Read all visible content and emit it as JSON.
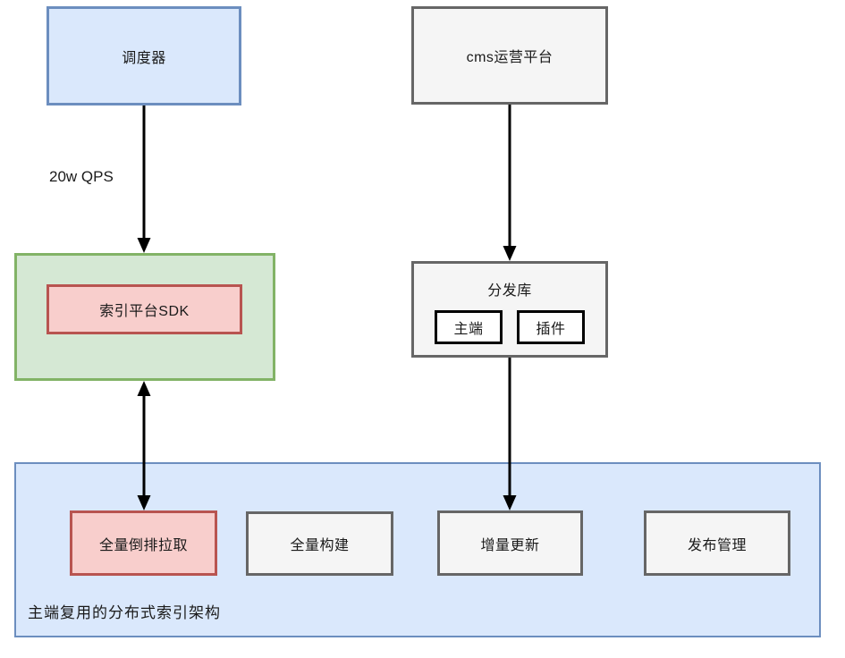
{
  "diagram": {
    "background": "#ffffff",
    "colors": {
      "blue_fill": "#dae8fc",
      "blue_border": "#6c8ebf",
      "gray_fill": "#f5f5f5",
      "gray_border": "#666666",
      "green_fill": "#d5e8d4",
      "green_border": "#82b366",
      "red_fill": "#f8cecc",
      "red_border": "#b85450",
      "inner_fill": "#ffffff",
      "inner_border": "#000000",
      "arrow": "#000000"
    },
    "nodes": {
      "scheduler": {
        "label": "调度器"
      },
      "cms_platform": {
        "label": "cms运营平台"
      },
      "index_sdk": {
        "label": "索引平台SDK"
      },
      "distribution_library": {
        "label": "分发库",
        "children": [
          {
            "label": "主端"
          },
          {
            "label": "插件"
          }
        ]
      },
      "full_inverted_pull": {
        "label": "全量倒排拉取"
      },
      "full_build": {
        "label": "全量构建"
      },
      "incremental_update": {
        "label": "增量更新"
      },
      "release_management": {
        "label": "发布管理"
      }
    },
    "bottom_container": {
      "caption": "主端复用的分布式索引架构"
    },
    "edges": {
      "scheduler_to_sdk_label": "20w QPS"
    }
  }
}
